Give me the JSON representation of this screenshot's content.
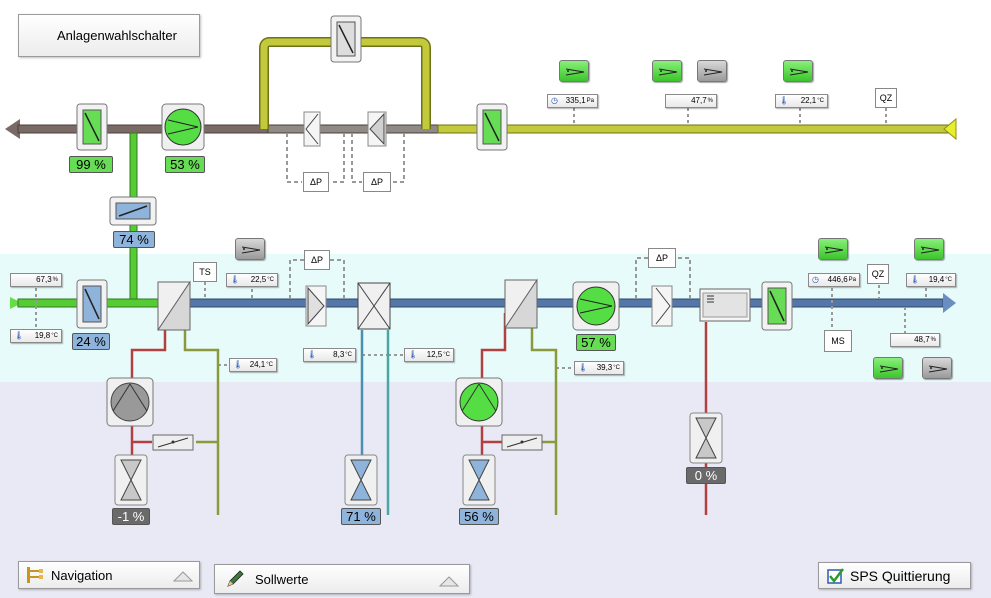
{
  "header": {
    "plant_selector_label": "Anlagenwahlschalter"
  },
  "exhaust_air": {
    "damper_position": "99 %",
    "fan_speed": "53 %",
    "pressure_labels": [
      "ΔP",
      "ΔP"
    ],
    "readings": [
      {
        "symbol": "◷",
        "value": "335,1",
        "unit": "Pa"
      },
      {
        "symbol": "",
        "value": "47,7",
        "unit": "%"
      },
      {
        "symbol": "🌡",
        "value": "22,1",
        "unit": "°C"
      }
    ],
    "qz_label": "QZ"
  },
  "recirculation": {
    "damper_position": "74 %"
  },
  "supply_air": {
    "outdoor_readings": [
      {
        "symbol": "",
        "value": "67,3",
        "unit": "%"
      },
      {
        "symbol": "🌡",
        "value": "19,8",
        "unit": "°C"
      }
    ],
    "outdoor_damper_position": "24 %",
    "ts_label": "TS",
    "after_recovery_temp": {
      "symbol": "🌡",
      "value": "22,5",
      "unit": "°C"
    },
    "pressure_labels": [
      "ΔP",
      "ΔP"
    ],
    "coil_temps": [
      {
        "symbol": "🌡",
        "value": "8,3",
        "unit": "°C"
      },
      {
        "symbol": "🌡",
        "value": "12,5",
        "unit": "°C"
      }
    ],
    "return_temps": [
      {
        "symbol": "🌡",
        "value": "24,1",
        "unit": "°C"
      },
      {
        "symbol": "🌡",
        "value": "39,3",
        "unit": "°C"
      }
    ],
    "fan_speed": "57 %",
    "ms_label": "MS",
    "qz_label": "QZ",
    "right_readings": [
      {
        "symbol": "◷",
        "value": "446,6",
        "unit": "Pa"
      },
      {
        "symbol": "🌡",
        "value": "19,4",
        "unit": "°C"
      },
      {
        "symbol": "",
        "value": "48,7",
        "unit": "%"
      }
    ]
  },
  "valves": [
    {
      "position": "-1 %"
    },
    {
      "position": "71 %"
    },
    {
      "position": "56 %"
    },
    {
      "position": "0 %"
    }
  ],
  "footer": {
    "navigation_label": "Navigation",
    "setpoints_label": "Sollwerte",
    "sps_ack_label": "SPS Quittierung"
  },
  "colors": {
    "exhaust_pipe": "#7a6a66",
    "return_duct": "#c2c93a",
    "supply_duct": "#5577a8",
    "outdoor_duct": "#55cc33",
    "heating_pipe": "#b34040",
    "cooling_pipe": "#4aa5a5",
    "bg_supply": "#e8fbfb",
    "bg_lower": "#e9e9f6"
  }
}
